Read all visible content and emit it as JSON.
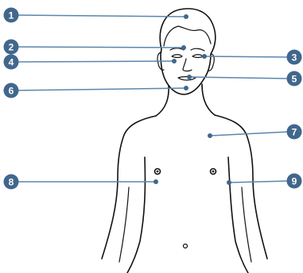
{
  "markers": [
    {
      "id": 1,
      "label": "1",
      "side": "left"
    },
    {
      "id": 2,
      "label": "2",
      "side": "left"
    },
    {
      "id": 3,
      "label": "3",
      "side": "right"
    },
    {
      "id": 4,
      "label": "4",
      "side": "left"
    },
    {
      "id": 5,
      "label": "5",
      "side": "right"
    },
    {
      "id": 6,
      "label": "6",
      "side": "left"
    },
    {
      "id": 7,
      "label": "7",
      "side": "right"
    },
    {
      "id": 8,
      "label": "8",
      "side": "left"
    },
    {
      "id": 9,
      "label": "9",
      "side": "right"
    }
  ],
  "colors": {
    "badge": "#41678c",
    "leader_line": "#5a86ad",
    "outline": "#111111"
  }
}
